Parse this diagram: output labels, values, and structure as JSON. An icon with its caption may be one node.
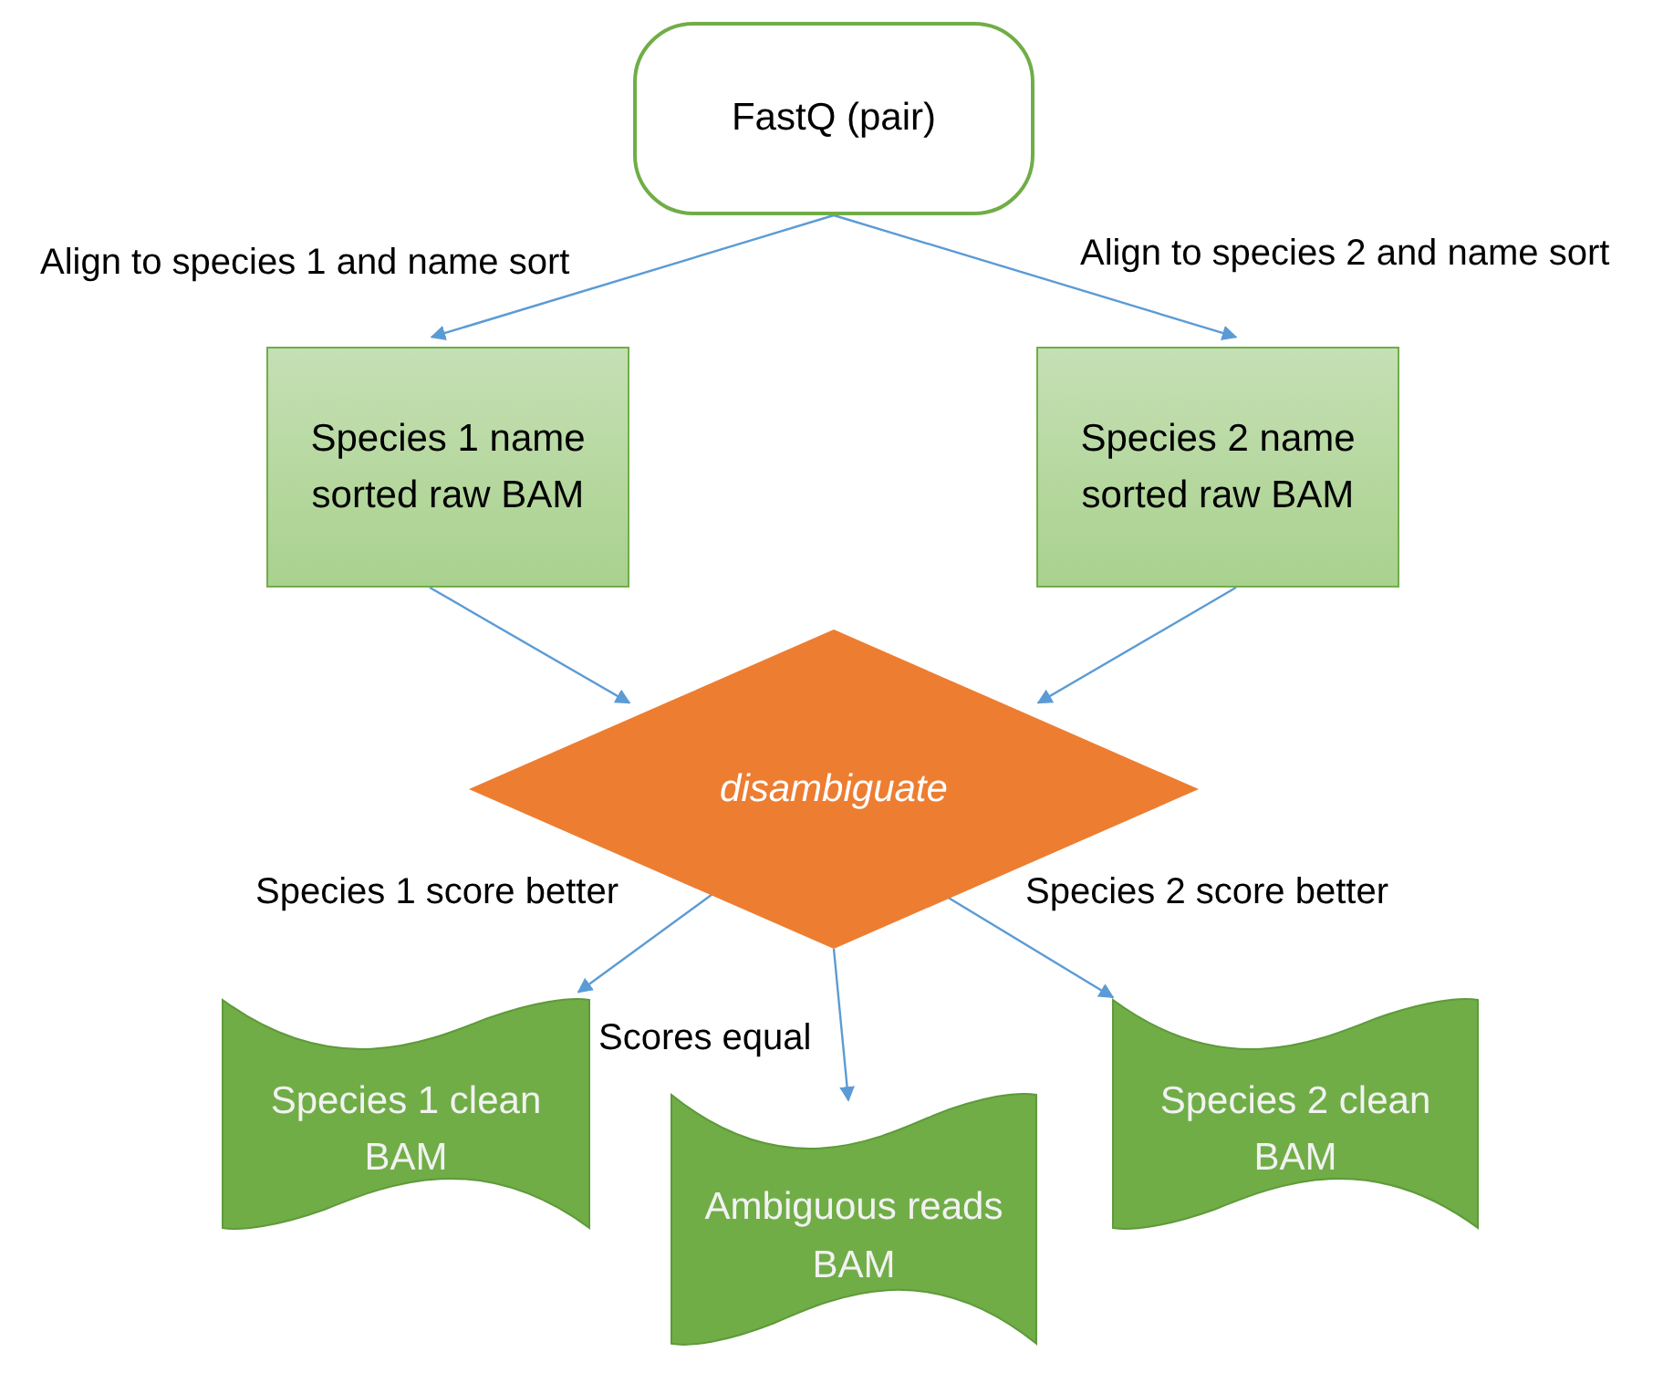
{
  "diagram": {
    "nodes": [
      {
        "text": [
          "FastQ (pair)"
        ]
      },
      {
        "text": [
          "Species 1 name sorted raw BAM"
        ]
      },
      {
        "text": [
          "Species 2 name sorted raw BAM"
        ]
      },
      {
        "text": [
          "disambiguate"
        ]
      },
      {
        "text": [
          "Species 1 clean BAM"
        ]
      },
      {
        "text": [
          "Ambiguous reads BAM"
        ]
      },
      {
        "text": [
          "Species 2 clean BAM"
        ]
      }
    ],
    "edges": [
      {
        "from": 0,
        "to": 1,
        "arrow": "to",
        "label": "Align to species 1 and name sort"
      },
      {
        "from": 0,
        "to": 2,
        "arrow": "to",
        "label": "Align to species 2 and name sort"
      },
      {
        "from": 1,
        "to": 3,
        "arrow": "to"
      },
      {
        "from": 2,
        "to": 3,
        "arrow": "to"
      },
      {
        "from": 3,
        "to": 4,
        "arrow": "to",
        "label": "Species 1 score better"
      },
      {
        "from": 3,
        "to": 5,
        "arrow": "to",
        "label": "Scores equal"
      },
      {
        "from": 3,
        "to": 6,
        "arrow": "to",
        "label": "Species 2 score better"
      }
    ]
  }
}
